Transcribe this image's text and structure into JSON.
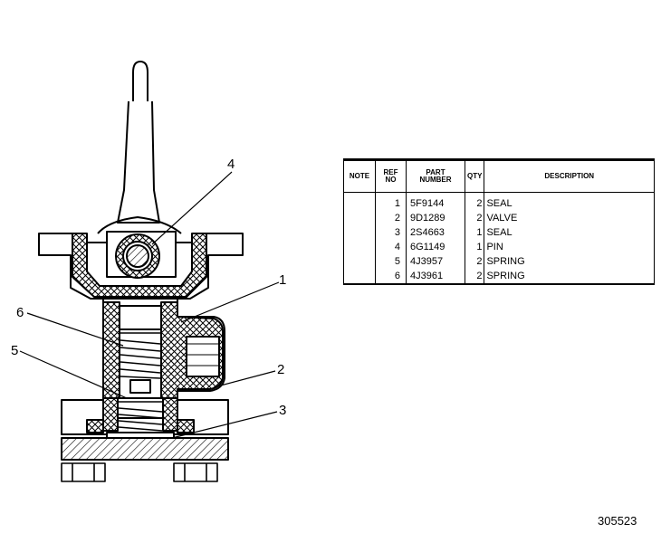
{
  "callouts": {
    "c1": "1",
    "c2": "2",
    "c3": "3",
    "c4": "4",
    "c5": "5",
    "c6": "6"
  },
  "parts_table": {
    "headers": {
      "note": "NOTE",
      "ref_line1": "REF",
      "ref_line2": "NO",
      "part_line1": "PART",
      "part_line2": "NUMBER",
      "qty": "QTY",
      "description": "DESCRIPTION"
    },
    "rows": [
      {
        "ref": "1",
        "part": "5F9144",
        "qty": "2",
        "description": "SEAL"
      },
      {
        "ref": "2",
        "part": "9D1289",
        "qty": "2",
        "description": "VALVE"
      },
      {
        "ref": "3",
        "part": "2S4663",
        "qty": "1",
        "description": "SEAL"
      },
      {
        "ref": "4",
        "part": "6G1149",
        "qty": "1",
        "description": "PIN"
      },
      {
        "ref": "5",
        "part": "4J3957",
        "qty": "2",
        "description": "SPRING"
      },
      {
        "ref": "6",
        "part": "4J3961",
        "qty": "2",
        "description": "SPRING"
      }
    ]
  },
  "figure_number": "305523"
}
